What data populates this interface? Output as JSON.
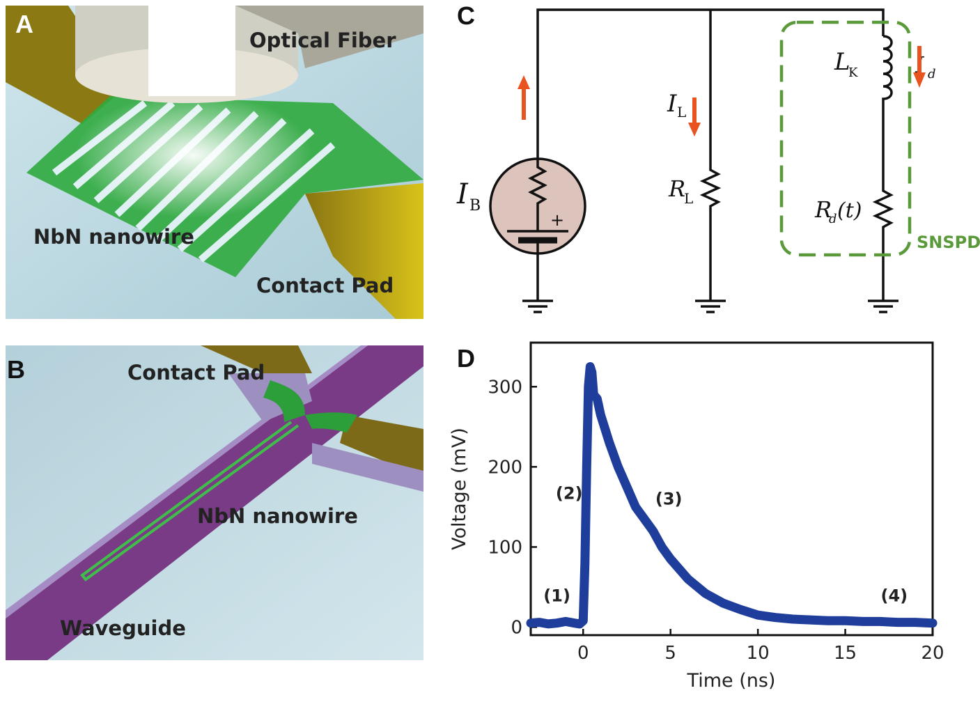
{
  "panel_a": {
    "letter": "A",
    "labels": {
      "fiber": "Optical Fiber",
      "nanowire": "NbN nanowire",
      "pad": "Contact Pad"
    }
  },
  "panel_b": {
    "letter": "B",
    "labels": {
      "pad": "Contact Pad",
      "nanowire": "NbN nanowire",
      "waveguide": "Waveguide"
    }
  },
  "panel_c": {
    "letter": "C",
    "source": {
      "symbol": "I",
      "sub": "B",
      "plus": "+"
    },
    "load": {
      "current": "I",
      "current_sub": "L",
      "resistor": "R",
      "resistor_sub": "L"
    },
    "detector": {
      "inductor": "L",
      "inductor_sub": "K",
      "current": "I",
      "current_sub": "d",
      "resistor": "R",
      "resistor_sub": "d",
      "resistor_arg": "(t)",
      "box_label": "SNSPD"
    },
    "colors": {
      "arrow": "#e8531f",
      "box": "#5a9a3a",
      "source_fill": "#dcc3bb"
    }
  },
  "panel_d": {
    "letter": "D"
  },
  "chart_data": {
    "type": "line",
    "xlabel": "Time (ns)",
    "ylabel": "Voltage (mV)",
    "xlim": [
      -3,
      20
    ],
    "ylim": [
      -10,
      355
    ],
    "xticks": [
      0,
      5,
      10,
      15,
      20
    ],
    "yticks": [
      0,
      100,
      200,
      300
    ],
    "grid": false,
    "color": "#1f3e9c",
    "series": [
      {
        "x": [
          -3,
          -2.5,
          -2,
          -1.5,
          -1,
          -0.5,
          -0.2,
          0,
          0.1,
          0.2,
          0.3,
          0.4,
          0.5,
          0.6,
          0.8,
          1,
          1.5,
          2,
          2.5,
          3,
          3.5,
          4,
          4.5,
          5,
          6,
          7,
          8,
          9,
          10,
          11,
          12,
          13,
          14,
          15,
          16,
          17,
          18,
          19,
          20
        ],
        "y": [
          5,
          6,
          4,
          5,
          7,
          5,
          4,
          8,
          80,
          200,
          300,
          325,
          318,
          290,
          285,
          265,
          230,
          200,
          175,
          150,
          135,
          120,
          100,
          85,
          60,
          42,
          30,
          22,
          15,
          12,
          10,
          9,
          8,
          8,
          7,
          7,
          6,
          6,
          5
        ]
      }
    ],
    "annotations": [
      {
        "text": "(1)",
        "x": -1.5,
        "y": 32
      },
      {
        "text": "(2)",
        "x": -0.8,
        "y": 160
      },
      {
        "text": "(3)",
        "x": 4.9,
        "y": 153
      },
      {
        "text": "(4)",
        "x": 17.8,
        "y": 32
      }
    ]
  }
}
